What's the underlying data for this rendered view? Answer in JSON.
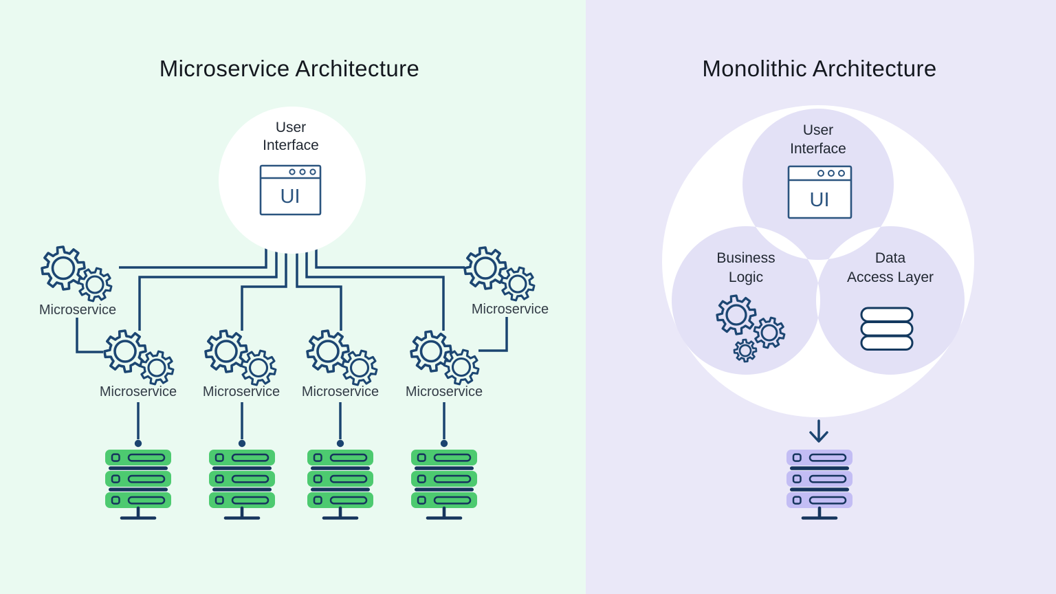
{
  "left": {
    "title": "Microservice Architecture",
    "ui": {
      "line1": "User",
      "line2": "Interface",
      "icon_label": "UI"
    },
    "top_left_label": "Microservice",
    "top_right_label": "Microservice",
    "row_labels": [
      "Microservice",
      "Microservice",
      "Microservice",
      "Microservice"
    ],
    "colors": {
      "background": "#EAFAF1",
      "line": "#1B4470",
      "gear": "#1C4672",
      "server": "#4DCA70",
      "server_detail": "#16355D",
      "icon_stroke": "#2B547F",
      "title_text": "#14181F",
      "label_text": "#333C47"
    }
  },
  "right": {
    "title": "Monolithic Architecture",
    "ui": {
      "line1": "User",
      "line2": "Interface",
      "icon_label": "UI"
    },
    "business": {
      "line1": "Business",
      "line2": "Logic"
    },
    "data": {
      "line1": "Data",
      "line2": "Access Layer"
    },
    "colors": {
      "background": "#EAE8F8",
      "big_circle": "#FFFFFF",
      "venn_circle": "#E3E1F6",
      "server": "#C3BDF4",
      "server_detail": "#16355D",
      "icon_stroke": "#2B547F",
      "arrow": "#1B4470"
    }
  }
}
